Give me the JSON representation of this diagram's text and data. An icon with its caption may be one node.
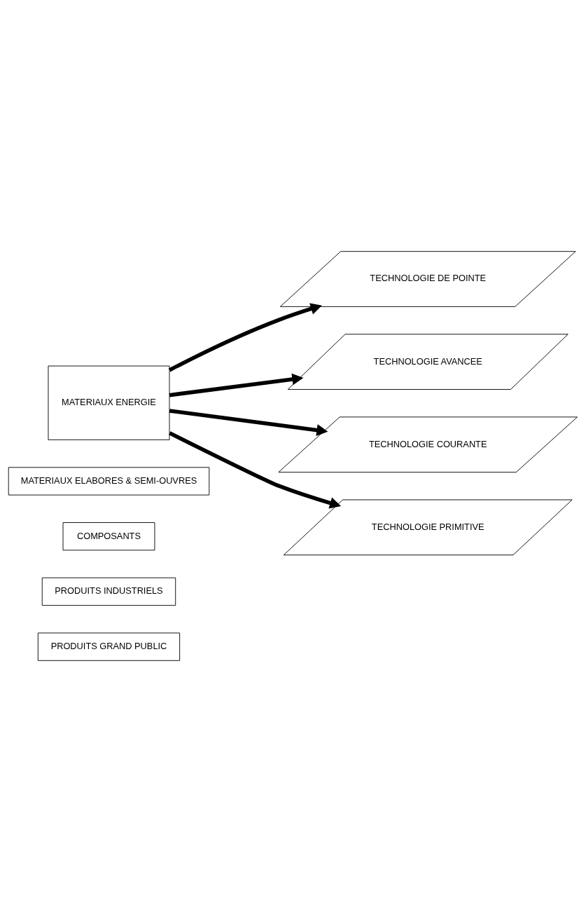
{
  "diagram": {
    "nodes": [
      {
        "text": [
          "PRODUITS GRAND PUBLIC"
        ]
      },
      {
        "text": [
          "PRODUITS INDUSTRIELS"
        ]
      },
      {
        "text": [
          "COMPOSANTS"
        ]
      },
      {
        "text": [
          "MATERIAUX ELABORES & SEMI-OUVRES"
        ]
      },
      {
        "text": [
          "TECHNOLOGIE DE POINTE"
        ]
      },
      {
        "text": [
          "TECHNOLOGIE AVANCEE"
        ]
      },
      {
        "text": [
          "TECHNOLOGIE COURANTE"
        ]
      },
      {
        "text": [
          "TECHNOLOGIE PRIMITIVE"
        ]
      },
      {
        "text": [
          "MATERIAUX ENERGIE"
        ]
      }
    ],
    "edges": [
      {
        "from": 8,
        "to": 4,
        "arrow": "to"
      },
      {
        "from": 8,
        "to": 5,
        "arrow": "to"
      },
      {
        "from": 8,
        "to": 6,
        "arrow": "to"
      },
      {
        "from": 8,
        "to": 7,
        "arrow": "to"
      }
    ]
  }
}
